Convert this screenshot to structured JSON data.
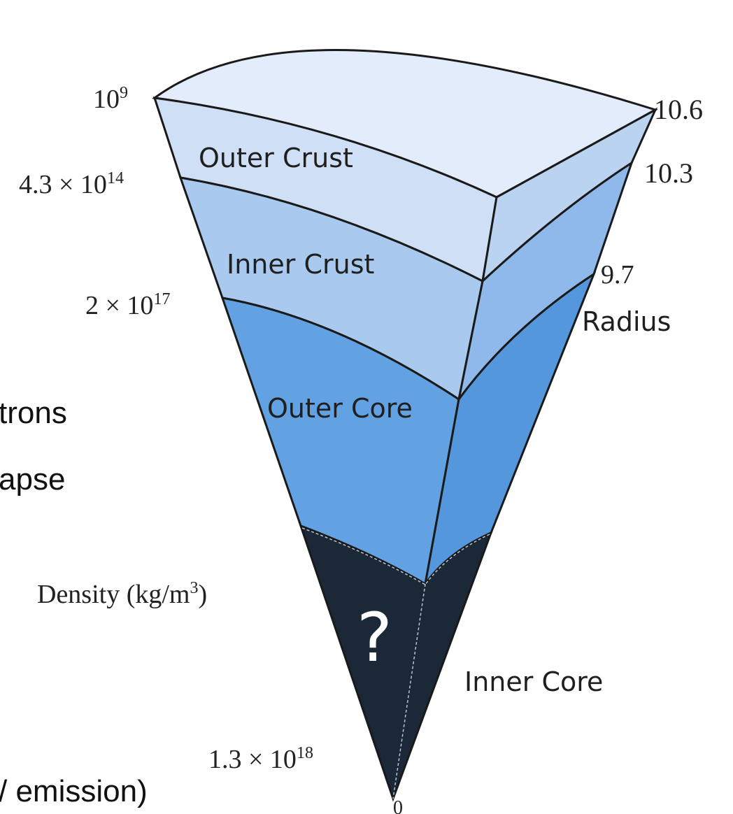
{
  "colors": {
    "top_face": "#e2ecfa",
    "outer_crust": "#cfe0f6",
    "inner_crust": "#a9c9ee",
    "outer_core": "#62a2e3",
    "inner_core": "#1b2838",
    "side_face_outer_crust": "#b9d3f1",
    "side_face_inner_crust": "#8fb9ea",
    "side_face_outer_core": "#5597dc",
    "outline": "#1a1a1a"
  },
  "layers": {
    "outer_crust": "Outer Crust",
    "inner_crust": "Inner Crust",
    "outer_core": "Outer Core",
    "inner_core": "Inner Core",
    "unknown_marker": "?"
  },
  "density": {
    "label": "Density (kg/m",
    "label_exp": "3",
    "label_close": ")",
    "values": [
      {
        "mantissa": "10",
        "exp": "9"
      },
      {
        "mantissa": "4.3 × 10",
        "exp": "14"
      },
      {
        "mantissa": "2 × 10",
        "exp": "17"
      },
      {
        "mantissa": "1.3 × 10",
        "exp": "18"
      }
    ]
  },
  "radius": {
    "label": "Radius",
    "values": [
      "10.6",
      "10.3",
      "9.7",
      "0"
    ]
  },
  "background_text": {
    "line1": "trons",
    "line2": "apse",
    "line3": "/ emission)"
  }
}
